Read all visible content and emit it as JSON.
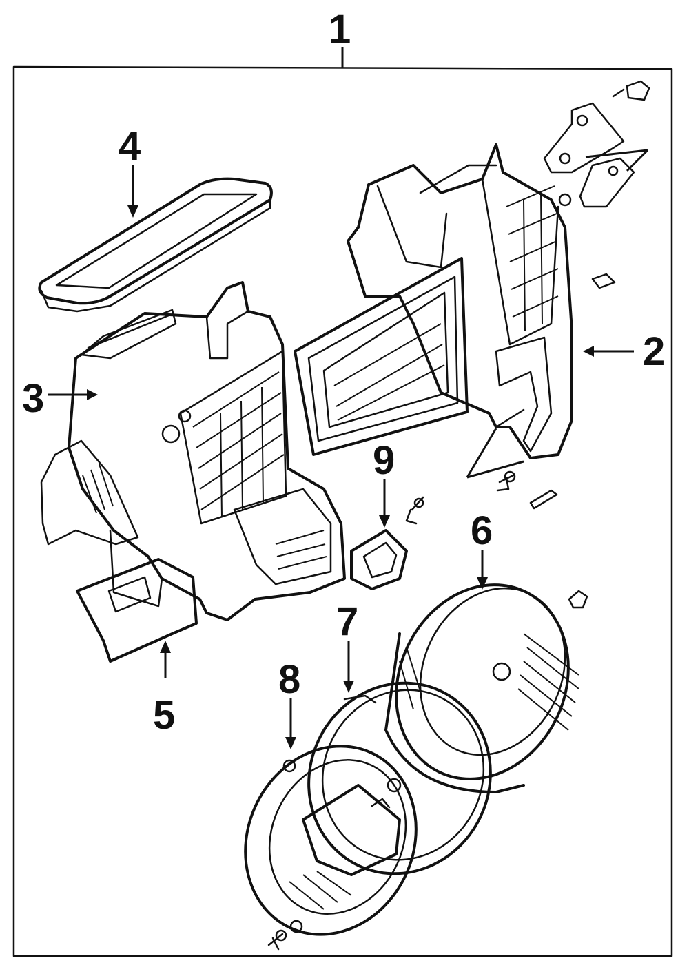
{
  "callouts": [
    {
      "id": "1"
    },
    {
      "id": "2"
    },
    {
      "id": "3"
    },
    {
      "id": "4"
    },
    {
      "id": "5"
    },
    {
      "id": "6"
    },
    {
      "id": "7"
    },
    {
      "id": "8"
    },
    {
      "id": "9"
    }
  ]
}
